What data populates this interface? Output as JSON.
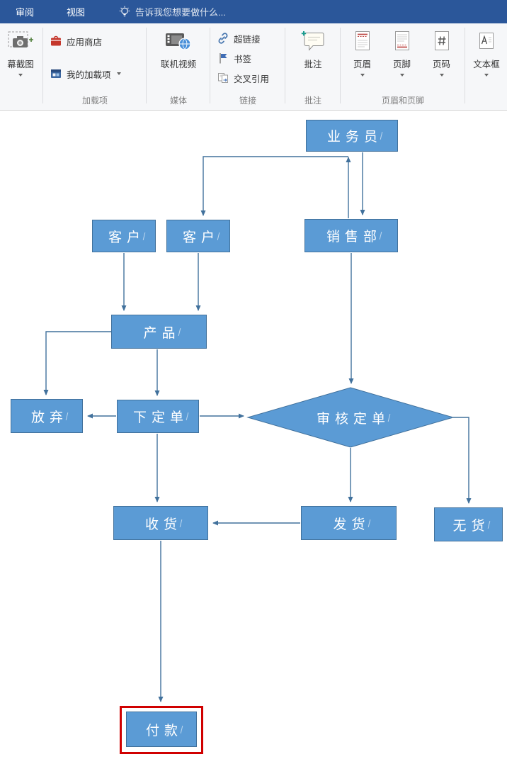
{
  "colors": {
    "titlebar": "#2b579a",
    "node_fill": "#5b9bd5",
    "node_border": "#41719c",
    "connector": "#41719c",
    "annotation_red": "#d00000"
  },
  "titlebar": {
    "tabs": [
      {
        "label": "审阅"
      },
      {
        "label": "视图"
      }
    ],
    "tell_me": "告诉我您想要做什么..."
  },
  "ribbon": {
    "screenshot_group": {
      "button": "幕截图"
    },
    "addins_group": {
      "label": "加载项",
      "store": "应用商店",
      "my_addins": "我的加载项"
    },
    "media_group": {
      "label": "媒体",
      "online_video": "联机视频"
    },
    "links_group": {
      "label": "链接",
      "hyperlink": "超链接",
      "bookmark": "书签",
      "cross_reference": "交叉引用"
    },
    "comments_group": {
      "label": "批注",
      "comment": "批注"
    },
    "header_footer_group": {
      "label": "页眉和页脚",
      "header": "页眉",
      "footer": "页脚",
      "page_number": "页码"
    },
    "text_group": {
      "text_box": "文本框"
    }
  },
  "flowchart": {
    "nodes": {
      "salesperson": "业务员",
      "customer1": "客户",
      "customer2": "客户",
      "sales_dept": "销售部",
      "product": "产品",
      "abandon": "放弃",
      "place_order": "下定单",
      "review_order": "审核定单",
      "receive_goods": "收货",
      "ship_goods": "发货",
      "no_goods": "无货",
      "payment": "付款"
    },
    "connections": [
      {
        "from": "salesperson",
        "to": "customer2"
      },
      {
        "from": "sales_dept",
        "to": "salesperson"
      },
      {
        "from": "salesperson",
        "to": "sales_dept"
      },
      {
        "from": "customer1",
        "to": "product"
      },
      {
        "from": "customer2",
        "to": "product"
      },
      {
        "from": "product",
        "to": "place_order"
      },
      {
        "from": "product",
        "to": "abandon"
      },
      {
        "from": "place_order",
        "to": "abandon"
      },
      {
        "from": "place_order",
        "to": "review_order"
      },
      {
        "from": "sales_dept",
        "to": "review_order"
      },
      {
        "from": "review_order",
        "to": "ship_goods"
      },
      {
        "from": "review_order",
        "to": "no_goods"
      },
      {
        "from": "ship_goods",
        "to": "receive_goods"
      },
      {
        "from": "place_order",
        "to": "receive_goods"
      },
      {
        "from": "receive_goods",
        "to": "payment"
      }
    ]
  }
}
